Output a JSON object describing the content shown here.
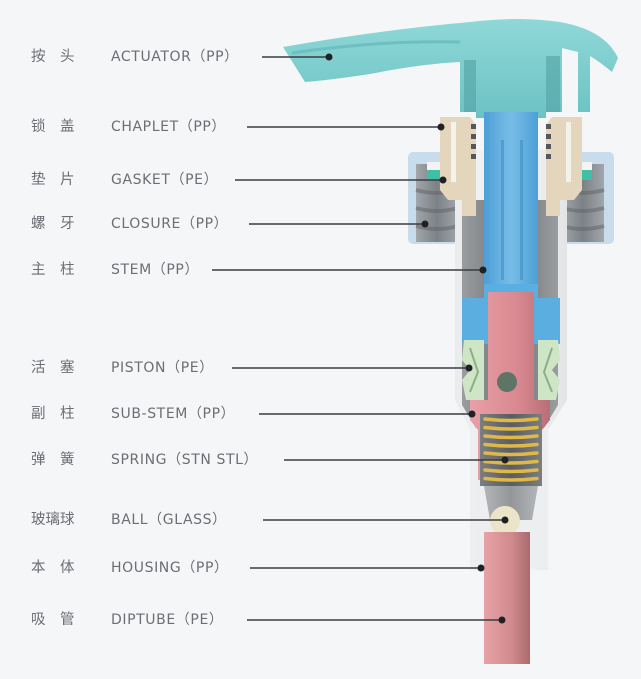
{
  "diagram": {
    "title": "Lotion pump cross-section components",
    "components": [
      {
        "zh": "按　头",
        "en": "ACTUATOR（PP）",
        "part": "actuator"
      },
      {
        "zh": "锁　盖",
        "en": "CHAPLET（PP）",
        "part": "chaplet"
      },
      {
        "zh": "垫　片",
        "en": "GASKET（PE）",
        "part": "gasket"
      },
      {
        "zh": "螺　牙",
        "en": "CLOSURE（PP）",
        "part": "closure"
      },
      {
        "zh": "主　柱",
        "en": "STEM（PP）",
        "part": "stem"
      },
      {
        "zh": "活　塞",
        "en": "PISTON（PE）",
        "part": "piston"
      },
      {
        "zh": "副　柱",
        "en": "SUB-STEM（PP）",
        "part": "sub-stem"
      },
      {
        "zh": "弹　簧",
        "en": "SPRING（STN STL）",
        "part": "spring"
      },
      {
        "zh": "玻璃球",
        "en": "BALL（GLASS）",
        "part": "ball"
      },
      {
        "zh": "本　体",
        "en": "HOUSING（PP）",
        "part": "housing"
      },
      {
        "zh": "吸　管",
        "en": "DIPTUBE（PE）",
        "part": "diptube"
      }
    ],
    "colors": {
      "background": "#f5f6f8",
      "actuator": "#7ecfcf",
      "chaplet": "#e3d6bd",
      "gasket": "#3fbfa6",
      "closure": "#c7dcea",
      "stem": "#5aaee0",
      "housing": "#dfe1e3",
      "housing_inner": "#8a8d90",
      "piston": "#cfe6c6",
      "sub_stem": "#e08891",
      "spring": "#e0b84a",
      "ball": "#ece4c8",
      "diptube": "#d98f93",
      "leader_line": "#3a3d40"
    }
  }
}
